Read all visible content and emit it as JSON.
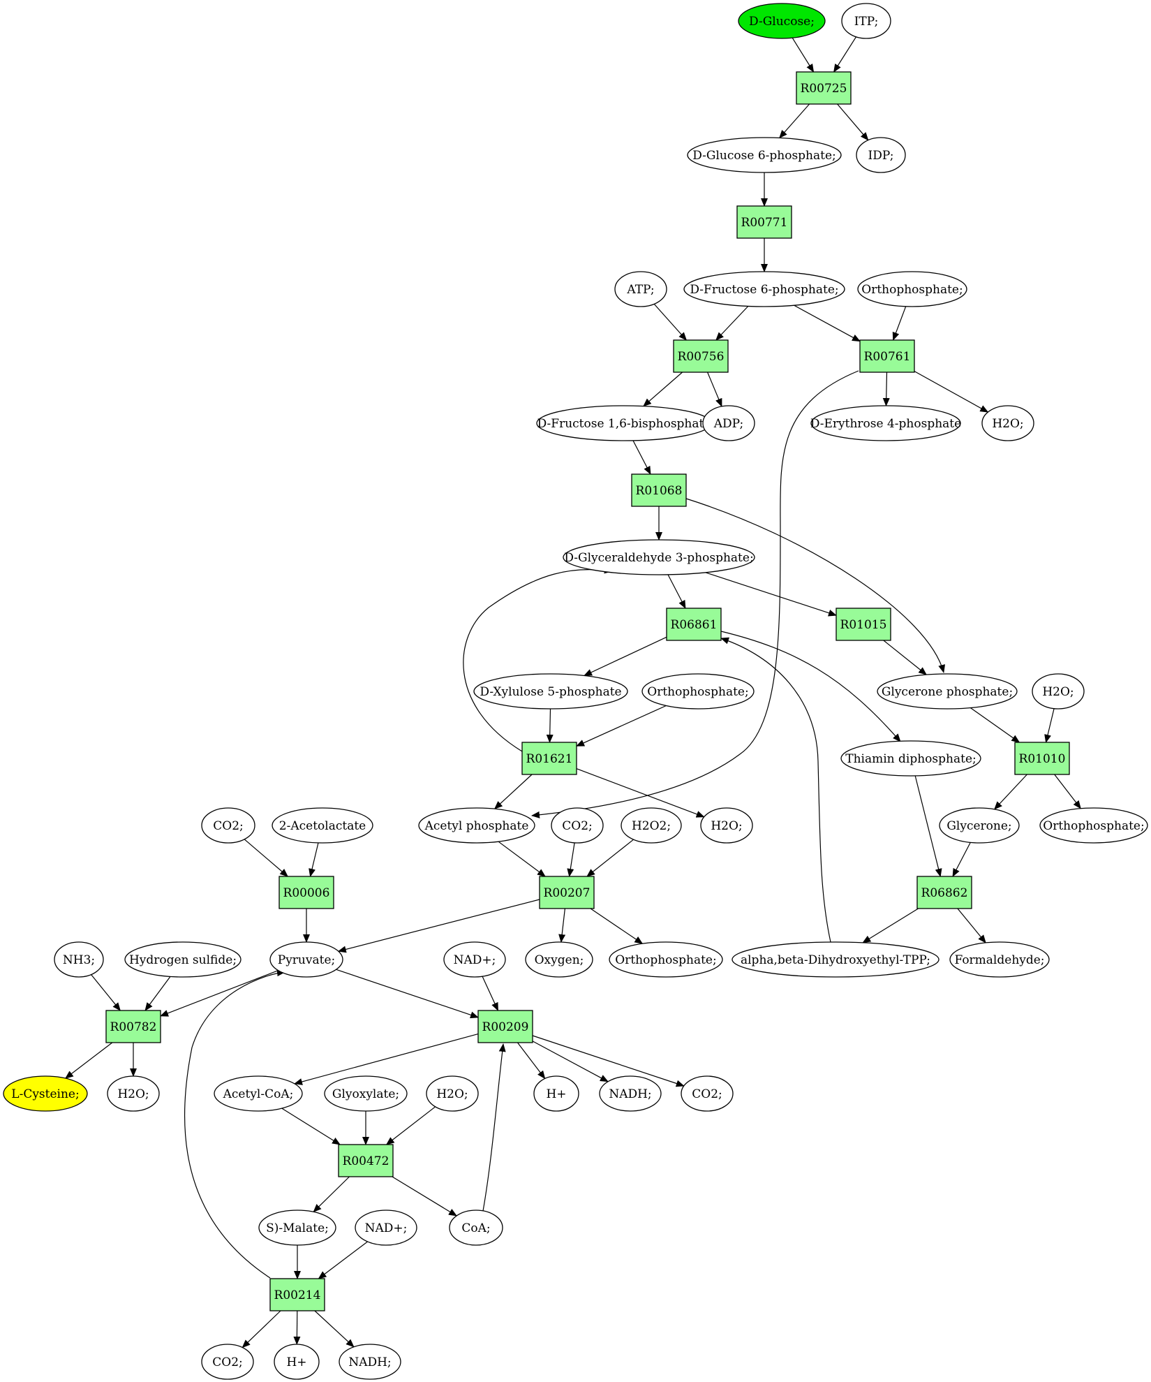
{
  "colors": {
    "reaction_fill": "#98fb98",
    "start_fill": "#00e600",
    "end_fill": "#ffff00",
    "compound_fill": "#ffffff",
    "stroke": "#000000"
  },
  "compounds": [
    {
      "id": "c_dglucose",
      "label": "D-Glucose;",
      "role": "start"
    },
    {
      "id": "c_itp",
      "label": "ITP;"
    },
    {
      "id": "c_g6p",
      "label": "D-Glucose 6-phosphate;"
    },
    {
      "id": "c_idp",
      "label": "IDP;"
    },
    {
      "id": "c_atp",
      "label": "ATP;"
    },
    {
      "id": "c_f6p",
      "label": "D-Fructose 6-phosphate;"
    },
    {
      "id": "c_orthoP_1",
      "label": "Orthophosphate;"
    },
    {
      "id": "c_fbp",
      "label": "D-Fructose 1,6-bisphosphate"
    },
    {
      "id": "c_adp",
      "label": "ADP;"
    },
    {
      "id": "c_e4p",
      "label": "D-Erythrose 4-phosphate"
    },
    {
      "id": "c_h2o_1",
      "label": "H2O;"
    },
    {
      "id": "c_g3p",
      "label": "D-Glyceraldehyde 3-phosphate;"
    },
    {
      "id": "c_x5p",
      "label": "D-Xylulose 5-phosphate"
    },
    {
      "id": "c_orthoP_2",
      "label": "Orthophosphate;"
    },
    {
      "id": "c_dhap",
      "label": "Glycerone phosphate;"
    },
    {
      "id": "c_h2o_2",
      "label": "H2O;"
    },
    {
      "id": "c_tpp",
      "label": "Thiamin diphosphate;"
    },
    {
      "id": "c_co2_1",
      "label": "CO2;"
    },
    {
      "id": "c_acetolactate",
      "label": "2-Acetolactate"
    },
    {
      "id": "c_acetylP",
      "label": "Acetyl phosphate"
    },
    {
      "id": "c_co2_2",
      "label": "CO2;"
    },
    {
      "id": "c_h2o2",
      "label": "H2O2;"
    },
    {
      "id": "c_h2o_3",
      "label": "H2O;"
    },
    {
      "id": "c_glycerone",
      "label": "Glycerone;"
    },
    {
      "id": "c_orthoP_3",
      "label": "Orthophosphate;"
    },
    {
      "id": "c_nh3",
      "label": "NH3;"
    },
    {
      "id": "c_h2s",
      "label": "Hydrogen sulfide;"
    },
    {
      "id": "c_pyruvate",
      "label": "Pyruvate;"
    },
    {
      "id": "c_nad_1",
      "label": "NAD+;"
    },
    {
      "id": "c_oxygen",
      "label": "Oxygen;"
    },
    {
      "id": "c_orthoP_4",
      "label": "Orthophosphate;"
    },
    {
      "id": "c_dhetpp",
      "label": "alpha,beta-Dihydroxyethyl-TPP;"
    },
    {
      "id": "c_formaldehyde",
      "label": "Formaldehyde;"
    },
    {
      "id": "c_lcys",
      "label": "L-Cysteine;",
      "role": "end"
    },
    {
      "id": "c_h2o_4",
      "label": "H2O;"
    },
    {
      "id": "c_acetylcoa",
      "label": "Acetyl-CoA;"
    },
    {
      "id": "c_glyoxylate",
      "label": "Glyoxylate;"
    },
    {
      "id": "c_h2o_5",
      "label": "H2O;"
    },
    {
      "id": "c_hplus_1",
      "label": "H+"
    },
    {
      "id": "c_nadh_1",
      "label": "NADH;"
    },
    {
      "id": "c_co2_3",
      "label": "CO2;"
    },
    {
      "id": "c_smalate",
      "label": "S)-Malate;"
    },
    {
      "id": "c_nad_2",
      "label": "NAD+;"
    },
    {
      "id": "c_coa",
      "label": "CoA;"
    },
    {
      "id": "c_co2_4",
      "label": "CO2;"
    },
    {
      "id": "c_hplus_2",
      "label": "H+"
    },
    {
      "id": "c_nadh_2",
      "label": "NADH;"
    }
  ],
  "reactions": [
    {
      "id": "r_R00725",
      "label": "R00725"
    },
    {
      "id": "r_R00771",
      "label": "R00771"
    },
    {
      "id": "r_R00756",
      "label": "R00756"
    },
    {
      "id": "r_R00761",
      "label": "R00761"
    },
    {
      "id": "r_R01068",
      "label": "R01068"
    },
    {
      "id": "r_R06861",
      "label": "R06861"
    },
    {
      "id": "r_R01015",
      "label": "R01015"
    },
    {
      "id": "r_R01621",
      "label": "R01621"
    },
    {
      "id": "r_R01010",
      "label": "R01010"
    },
    {
      "id": "r_R00006",
      "label": "R00006"
    },
    {
      "id": "r_R00207",
      "label": "R00207"
    },
    {
      "id": "r_R06862",
      "label": "R06862"
    },
    {
      "id": "r_R00782",
      "label": "R00782"
    },
    {
      "id": "r_R00209",
      "label": "R00209"
    },
    {
      "id": "r_R00472",
      "label": "R00472"
    },
    {
      "id": "r_R00214",
      "label": "R00214"
    }
  ],
  "edges": [
    [
      "c_dglucose",
      "r_R00725"
    ],
    [
      "c_itp",
      "r_R00725"
    ],
    [
      "r_R00725",
      "c_g6p"
    ],
    [
      "r_R00725",
      "c_idp"
    ],
    [
      "c_g6p",
      "r_R00771"
    ],
    [
      "r_R00771",
      "c_f6p"
    ],
    [
      "c_atp",
      "r_R00756"
    ],
    [
      "c_f6p",
      "r_R00756"
    ],
    [
      "c_f6p",
      "r_R00761"
    ],
    [
      "c_orthoP_1",
      "r_R00761"
    ],
    [
      "r_R00756",
      "c_fbp"
    ],
    [
      "r_R00756",
      "c_adp"
    ],
    [
      "r_R00761",
      "c_e4p"
    ],
    [
      "r_R00761",
      "c_h2o_1"
    ],
    [
      "r_R00761",
      "c_acetylP"
    ],
    [
      "c_fbp",
      "r_R01068"
    ],
    [
      "r_R01068",
      "c_g3p"
    ],
    [
      "r_R01068",
      "c_dhap"
    ],
    [
      "c_g3p",
      "r_R06861"
    ],
    [
      "c_g3p",
      "r_R01015"
    ],
    [
      "r_R06861",
      "c_x5p"
    ],
    [
      "r_R06861",
      "c_tpp"
    ],
    [
      "r_R01015",
      "c_dhap"
    ],
    [
      "c_x5p",
      "r_R01621"
    ],
    [
      "c_orthoP_2",
      "r_R01621"
    ],
    [
      "r_R01621",
      "c_g3p"
    ],
    [
      "r_R01621",
      "c_acetylP"
    ],
    [
      "r_R01621",
      "c_h2o_3"
    ],
    [
      "c_dhap",
      "r_R01010"
    ],
    [
      "c_h2o_2",
      "r_R01010"
    ],
    [
      "r_R01010",
      "c_glycerone"
    ],
    [
      "r_R01010",
      "c_orthoP_3"
    ],
    [
      "c_tpp",
      "r_R06862"
    ],
    [
      "c_glycerone",
      "r_R06862"
    ],
    [
      "r_R06862",
      "c_dhetpp"
    ],
    [
      "r_R06862",
      "c_formaldehyde"
    ],
    [
      "c_dhetpp",
      "r_R06861"
    ],
    [
      "c_co2_1",
      "r_R00006"
    ],
    [
      "c_acetolactate",
      "r_R00006"
    ],
    [
      "c_acetylP",
      "r_R00207"
    ],
    [
      "c_co2_2",
      "r_R00207"
    ],
    [
      "c_h2o2",
      "r_R00207"
    ],
    [
      "r_R00006",
      "c_pyruvate"
    ],
    [
      "r_R00207",
      "c_pyruvate"
    ],
    [
      "r_R00207",
      "c_oxygen"
    ],
    [
      "r_R00207",
      "c_orthoP_4"
    ],
    [
      "c_nh3",
      "r_R00782"
    ],
    [
      "c_h2s",
      "r_R00782"
    ],
    [
      "c_pyruvate",
      "r_R00782"
    ],
    [
      "r_R00782",
      "c_lcys"
    ],
    [
      "r_R00782",
      "c_h2o_4"
    ],
    [
      "c_pyruvate",
      "r_R00209"
    ],
    [
      "c_nad_1",
      "r_R00209"
    ],
    [
      "c_coa",
      "r_R00209"
    ],
    [
      "r_R00209",
      "c_acetylcoa"
    ],
    [
      "r_R00209",
      "c_hplus_1"
    ],
    [
      "r_R00209",
      "c_nadh_1"
    ],
    [
      "r_R00209",
      "c_co2_3"
    ],
    [
      "c_acetylcoa",
      "r_R00472"
    ],
    [
      "c_glyoxylate",
      "r_R00472"
    ],
    [
      "c_h2o_5",
      "r_R00472"
    ],
    [
      "r_R00472",
      "c_smalate"
    ],
    [
      "r_R00472",
      "c_coa"
    ],
    [
      "c_smalate",
      "r_R00214"
    ],
    [
      "c_nad_2",
      "r_R00214"
    ],
    [
      "r_R00214",
      "c_pyruvate"
    ],
    [
      "r_R00214",
      "c_co2_4"
    ],
    [
      "r_R00214",
      "c_hplus_2"
    ],
    [
      "r_R00214",
      "c_nadh_2"
    ]
  ]
}
